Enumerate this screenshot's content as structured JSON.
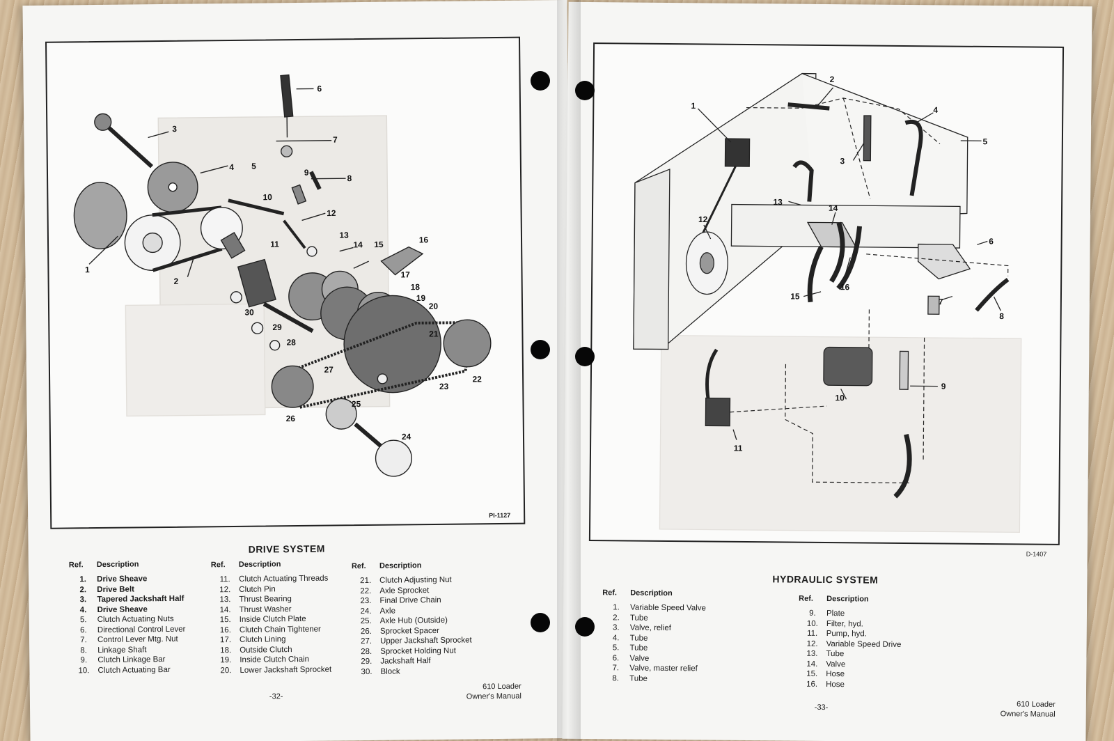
{
  "left_page": {
    "drawing_code": "PI-1127",
    "section_title": "DRIVE SYSTEM",
    "ref_header": "Ref.",
    "desc_header": "Description",
    "parts": [
      {
        "ref": "1.",
        "desc": "Drive Sheave"
      },
      {
        "ref": "2.",
        "desc": "Drive Belt"
      },
      {
        "ref": "3.",
        "desc": "Tapered Jackshaft Half"
      },
      {
        "ref": "4.",
        "desc": "Drive Sheave"
      },
      {
        "ref": "5.",
        "desc": "Clutch Actuating Nuts"
      },
      {
        "ref": "6.",
        "desc": "Directional Control Lever"
      },
      {
        "ref": "7.",
        "desc": "Control Lever Mtg. Nut"
      },
      {
        "ref": "8.",
        "desc": "Linkage Shaft"
      },
      {
        "ref": "9.",
        "desc": "Clutch Linkage Bar"
      },
      {
        "ref": "10.",
        "desc": "Clutch Actuating Bar"
      },
      {
        "ref": "11.",
        "desc": "Clutch Actuating Threads"
      },
      {
        "ref": "12.",
        "desc": "Clutch Pin"
      },
      {
        "ref": "13.",
        "desc": "Thrust Bearing"
      },
      {
        "ref": "14.",
        "desc": "Thrust Washer"
      },
      {
        "ref": "15.",
        "desc": "Inside Clutch Plate"
      },
      {
        "ref": "16.",
        "desc": "Clutch Chain Tightener"
      },
      {
        "ref": "17.",
        "desc": "Clutch Lining"
      },
      {
        "ref": "18.",
        "desc": "Outside Clutch"
      },
      {
        "ref": "19.",
        "desc": "Inside Clutch Chain"
      },
      {
        "ref": "20.",
        "desc": "Lower Jackshaft Sprocket"
      },
      {
        "ref": "21.",
        "desc": "Clutch Adjusting Nut"
      },
      {
        "ref": "22.",
        "desc": "Axle Sprocket"
      },
      {
        "ref": "23.",
        "desc": "Final Drive Chain"
      },
      {
        "ref": "24.",
        "desc": "Axle"
      },
      {
        "ref": "25.",
        "desc": "Axle Hub (Outside)"
      },
      {
        "ref": "26.",
        "desc": "Sprocket Spacer"
      },
      {
        "ref": "27.",
        "desc": "Upper Jackshaft Sprocket"
      },
      {
        "ref": "28.",
        "desc": "Sprocket Holding Nut"
      },
      {
        "ref": "29.",
        "desc": "Jackshaft Half"
      },
      {
        "ref": "30.",
        "desc": "Block"
      }
    ],
    "page_number": "-32-",
    "footer_line1": "610 Loader",
    "footer_line2": "Owner's Manual",
    "callouts": [
      "1",
      "2",
      "3",
      "4",
      "5",
      "6",
      "7",
      "8",
      "9",
      "10",
      "11",
      "12",
      "13",
      "14",
      "15",
      "16",
      "17",
      "18",
      "19",
      "20",
      "21",
      "22",
      "23",
      "24",
      "25",
      "26",
      "27",
      "28",
      "29",
      "30"
    ]
  },
  "right_page": {
    "drawing_code": "D-1407",
    "section_title": "HYDRAULIC SYSTEM",
    "ref_header": "Ref.",
    "desc_header": "Description",
    "parts": [
      {
        "ref": "1.",
        "desc": "Variable Speed Valve"
      },
      {
        "ref": "2.",
        "desc": "Tube"
      },
      {
        "ref": "3.",
        "desc": "Valve, relief"
      },
      {
        "ref": "4.",
        "desc": "Tube"
      },
      {
        "ref": "5.",
        "desc": "Tube"
      },
      {
        "ref": "6.",
        "desc": "Valve"
      },
      {
        "ref": "7.",
        "desc": "Valve, master relief"
      },
      {
        "ref": "8.",
        "desc": "Tube"
      },
      {
        "ref": "9.",
        "desc": "Plate"
      },
      {
        "ref": "10.",
        "desc": "Filter, hyd."
      },
      {
        "ref": "11.",
        "desc": "Pump, hyd."
      },
      {
        "ref": "12.",
        "desc": "Variable Speed Drive"
      },
      {
        "ref": "13.",
        "desc": "Tube"
      },
      {
        "ref": "14.",
        "desc": "Valve"
      },
      {
        "ref": "15.",
        "desc": "Hose"
      },
      {
        "ref": "16.",
        "desc": "Hose"
      }
    ],
    "page_number": "-33-",
    "footer_line1": "610 Loader",
    "footer_line2": "Owner's Manual",
    "callouts": [
      "1",
      "2",
      "3",
      "4",
      "5",
      "6",
      "7",
      "8",
      "9",
      "10",
      "11",
      "12",
      "13",
      "14",
      "15",
      "16"
    ]
  }
}
